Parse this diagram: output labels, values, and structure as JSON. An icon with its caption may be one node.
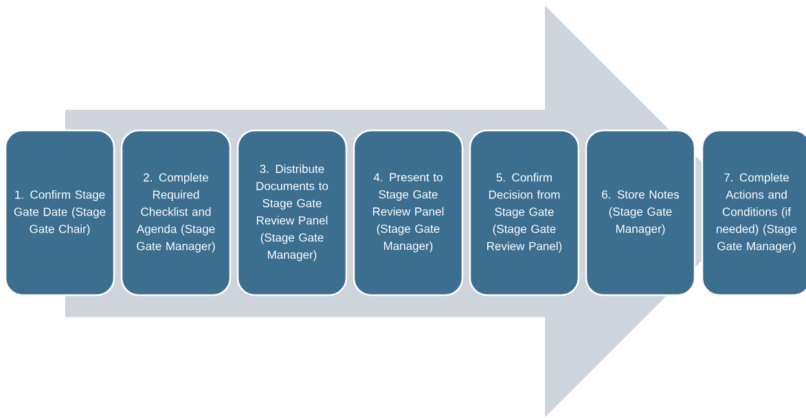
{
  "diagram": {
    "nodes": [
      {
        "text": [
          "1. Confirm Stage Gate Date (Stage Gate Chair)"
        ]
      },
      {
        "text": [
          "2. Complete Required Checklist and Agenda (Stage Gate Manager)"
        ]
      },
      {
        "text": [
          "3. Distribute Documents to Stage Gate Review Panel (Stage Gate Manager)"
        ]
      },
      {
        "text": [
          "4. Present to Stage Gate Review Panel (Stage Gate Manager)"
        ]
      },
      {
        "text": [
          "5. Confirm Decision from Stage Gate (Stage Gate Review Panel)"
        ]
      },
      {
        "text": [
          "6. Store Notes (Stage Gate Manager)"
        ]
      },
      {
        "text": [
          "7. Complete Actions and Conditions (if needed) (Stage Gate Manager)"
        ]
      }
    ],
    "edges": [
      {
        "from": 0,
        "to": 6,
        "arrow": "to"
      }
    ]
  }
}
